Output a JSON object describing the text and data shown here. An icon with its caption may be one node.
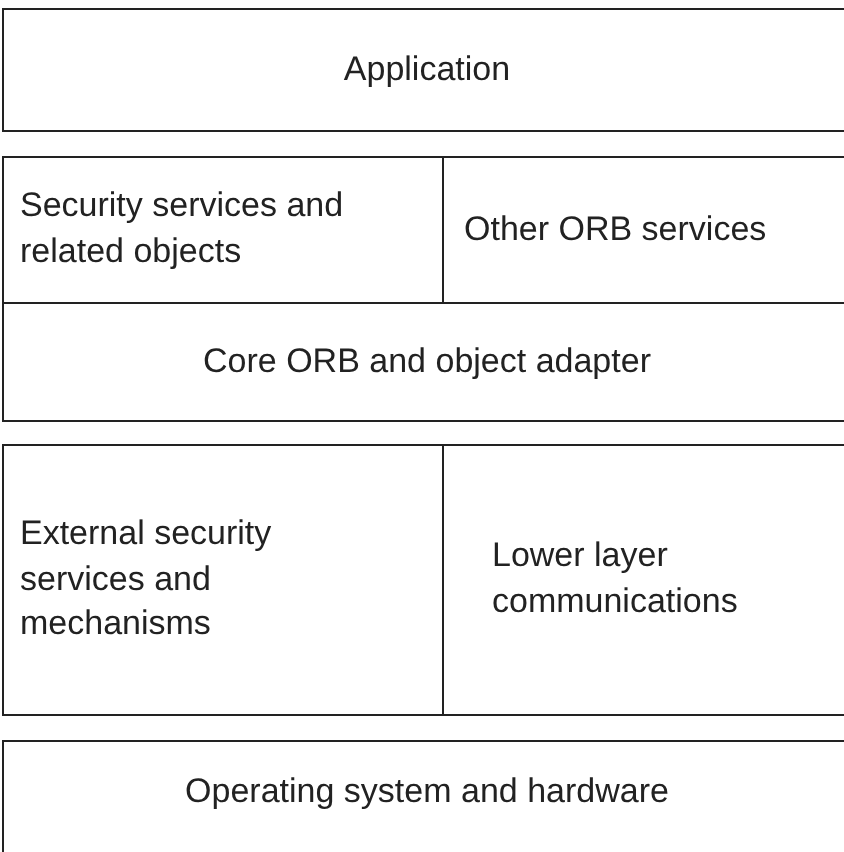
{
  "diagram": {
    "nodes": [
      {
        "text": [
          "Application"
        ]
      },
      {
        "text": [
          "Security services and related objects"
        ]
      },
      {
        "text": [
          "Other ORB services"
        ]
      },
      {
        "text": [
          "Core ORB and object adapter"
        ]
      },
      {
        "text": [
          "External security services and mechanisms"
        ]
      },
      {
        "text": [
          "Lower layer communications"
        ]
      },
      {
        "text": [
          "Operating system and hardware"
        ]
      }
    ]
  }
}
